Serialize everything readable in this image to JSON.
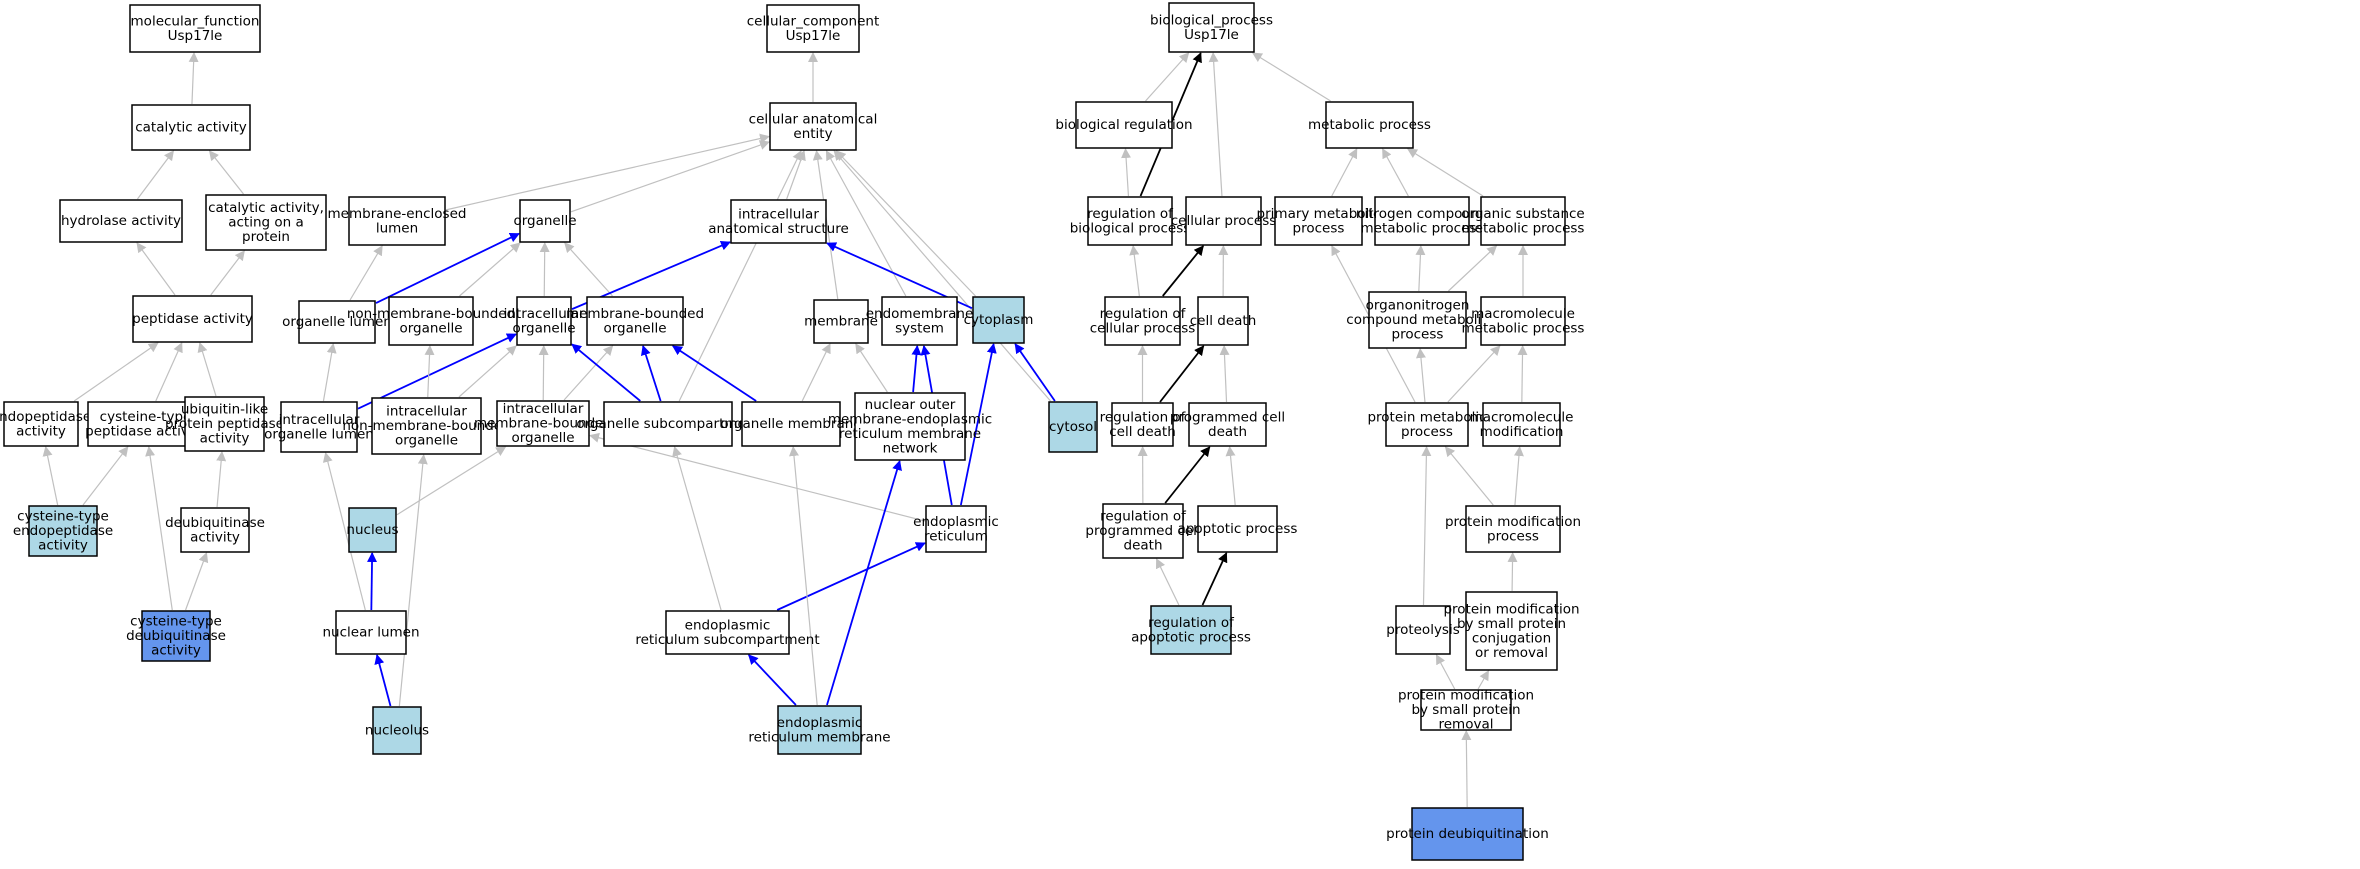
{
  "colors": {
    "default_fill": "#ffffff",
    "highlight_fill": "#add8e6",
    "query_fill": "#6495ed",
    "is_a_edge": "#c0c0c0",
    "part_of_edge": "#0000ff",
    "regulates_edge": "#000000"
  },
  "nodes": [
    {
      "id": "mf",
      "lines": [
        "molecular_function",
        "Usp17le"
      ],
      "fill": "default"
    },
    {
      "id": "catalytic",
      "lines": [
        "catalytic activity"
      ],
      "fill": "default"
    },
    {
      "id": "hydrolase",
      "lines": [
        "hydrolase activity"
      ],
      "fill": "default"
    },
    {
      "id": "catprot",
      "lines": [
        "catalytic activity,",
        "acting on a",
        "protein"
      ],
      "fill": "default"
    },
    {
      "id": "peptidase",
      "lines": [
        "peptidase activity"
      ],
      "fill": "default"
    },
    {
      "id": "endopep",
      "lines": [
        "endopeptidase",
        "activity"
      ],
      "fill": "default"
    },
    {
      "id": "cyspep",
      "lines": [
        "cysteine-type",
        "peptidase activity"
      ],
      "fill": "default"
    },
    {
      "id": "ublpep",
      "lines": [
        "ubiquitin-like",
        "protein peptidase",
        "activity"
      ],
      "fill": "default"
    },
    {
      "id": "cysendo",
      "lines": [
        "cysteine-type",
        "endopeptidase",
        "activity"
      ],
      "fill": "highlight"
    },
    {
      "id": "deubact",
      "lines": [
        "deubiquitinase",
        "activity"
      ],
      "fill": "default"
    },
    {
      "id": "cysdeub",
      "lines": [
        "cysteine-type",
        "deubiquitinase",
        "activity"
      ],
      "fill": "query"
    },
    {
      "id": "cc",
      "lines": [
        "cellular_component",
        "Usp17le"
      ],
      "fill": "default"
    },
    {
      "id": "cae",
      "lines": [
        "cellular anatomical",
        "entity"
      ],
      "fill": "default"
    },
    {
      "id": "melumen",
      "lines": [
        "membrane-enclosed",
        "lumen"
      ],
      "fill": "default"
    },
    {
      "id": "organelle",
      "lines": [
        "organelle"
      ],
      "fill": "default"
    },
    {
      "id": "ias",
      "lines": [
        "intracellular",
        "anatomical structure"
      ],
      "fill": "default"
    },
    {
      "id": "orglumen",
      "lines": [
        "organelle lumen"
      ],
      "fill": "default"
    },
    {
      "id": "nmbo",
      "lines": [
        "non-membrane-bounded",
        "organelle"
      ],
      "fill": "default"
    },
    {
      "id": "intorg",
      "lines": [
        "intracellular",
        "organelle"
      ],
      "fill": "default"
    },
    {
      "id": "mbo",
      "lines": [
        "membrane-bounded",
        "organelle"
      ],
      "fill": "default"
    },
    {
      "id": "membrane",
      "lines": [
        "membrane"
      ],
      "fill": "default"
    },
    {
      "id": "endomem",
      "lines": [
        "endomembrane",
        "system"
      ],
      "fill": "default"
    },
    {
      "id": "cytoplasm",
      "lines": [
        "cytoplasm"
      ],
      "fill": "highlight"
    },
    {
      "id": "intorglumen",
      "lines": [
        "intracellular",
        "organelle lumen"
      ],
      "fill": "default"
    },
    {
      "id": "intnmbo",
      "lines": [
        "intracellular",
        "non-membrane-bounded",
        "organelle"
      ],
      "fill": "default"
    },
    {
      "id": "intmbo",
      "lines": [
        "intracellular",
        "membrane-bounded",
        "organelle"
      ],
      "fill": "default"
    },
    {
      "id": "orgsub",
      "lines": [
        "organelle subcompartment"
      ],
      "fill": "default"
    },
    {
      "id": "orgmem",
      "lines": [
        "organelle membrane"
      ],
      "fill": "default"
    },
    {
      "id": "noerm",
      "lines": [
        "nuclear outer",
        "membrane-endoplasmic",
        "reticulum membrane",
        "network"
      ],
      "fill": "default"
    },
    {
      "id": "cytosol",
      "lines": [
        "cytosol"
      ],
      "fill": "highlight"
    },
    {
      "id": "nucleus",
      "lines": [
        "nucleus"
      ],
      "fill": "highlight"
    },
    {
      "id": "er",
      "lines": [
        "endoplasmic",
        "reticulum"
      ],
      "fill": "default"
    },
    {
      "id": "nuclumen",
      "lines": [
        "nuclear lumen"
      ],
      "fill": "default"
    },
    {
      "id": "ersub",
      "lines": [
        "endoplasmic",
        "reticulum subcompartment"
      ],
      "fill": "default"
    },
    {
      "id": "nucleolus",
      "lines": [
        "nucleolus"
      ],
      "fill": "highlight"
    },
    {
      "id": "ermem",
      "lines": [
        "endoplasmic",
        "reticulum membrane"
      ],
      "fill": "highlight"
    },
    {
      "id": "bp",
      "lines": [
        "biological_process",
        "Usp17le"
      ],
      "fill": "default"
    },
    {
      "id": "bioreg",
      "lines": [
        "biological regulation"
      ],
      "fill": "default"
    },
    {
      "id": "metab",
      "lines": [
        "metabolic process"
      ],
      "fill": "default"
    },
    {
      "id": "regbp",
      "lines": [
        "regulation of",
        "biological process"
      ],
      "fill": "default"
    },
    {
      "id": "cellproc",
      "lines": [
        "cellular process"
      ],
      "fill": "default"
    },
    {
      "id": "primmet",
      "lines": [
        "primary metabolic",
        "process"
      ],
      "fill": "default"
    },
    {
      "id": "ncmp",
      "lines": [
        "nitrogen compound",
        "metabolic process"
      ],
      "fill": "default"
    },
    {
      "id": "osmp",
      "lines": [
        "organic substance",
        "metabolic process"
      ],
      "fill": "default"
    },
    {
      "id": "regcp",
      "lines": [
        "regulation of",
        "cellular process"
      ],
      "fill": "default"
    },
    {
      "id": "celldeath",
      "lines": [
        "cell death"
      ],
      "fill": "default"
    },
    {
      "id": "oncmp",
      "lines": [
        "organonitrogen",
        "compound metabolic",
        "process"
      ],
      "fill": "default"
    },
    {
      "id": "mmp",
      "lines": [
        "macromolecule",
        "metabolic process"
      ],
      "fill": "default"
    },
    {
      "id": "regcd",
      "lines": [
        "regulation of",
        "cell death"
      ],
      "fill": "default"
    },
    {
      "id": "pcd",
      "lines": [
        "programmed cell",
        "death"
      ],
      "fill": "default"
    },
    {
      "id": "pmp",
      "lines": [
        "protein metabolic",
        "process"
      ],
      "fill": "default"
    },
    {
      "id": "mmod",
      "lines": [
        "macromolecule",
        "modification"
      ],
      "fill": "default"
    },
    {
      "id": "regpcd",
      "lines": [
        "regulation of",
        "programmed cell",
        "death"
      ],
      "fill": "default"
    },
    {
      "id": "apop",
      "lines": [
        "apoptotic process"
      ],
      "fill": "default"
    },
    {
      "id": "pmodp",
      "lines": [
        "protein modification",
        "process"
      ],
      "fill": "default"
    },
    {
      "id": "regapop",
      "lines": [
        "regulation of",
        "apoptotic process"
      ],
      "fill": "highlight"
    },
    {
      "id": "proteolysis",
      "lines": [
        "proteolysis"
      ],
      "fill": "default"
    },
    {
      "id": "pmsp",
      "lines": [
        "protein modification",
        "by small protein",
        "conjugation",
        "or removal"
      ],
      "fill": "default"
    },
    {
      "id": "pmspr",
      "lines": [
        "protein modification",
        "by small protein",
        "removal"
      ],
      "fill": "default"
    },
    {
      "id": "pdeub",
      "lines": [
        "protein deubiquitination"
      ],
      "fill": "query"
    }
  ],
  "edges": [
    {
      "from": "catalytic",
      "to": "mf",
      "type": "is_a"
    },
    {
      "from": "hydrolase",
      "to": "catalytic",
      "type": "is_a"
    },
    {
      "from": "catprot",
      "to": "catalytic",
      "type": "is_a"
    },
    {
      "from": "peptidase",
      "to": "hydrolase",
      "type": "is_a"
    },
    {
      "from": "peptidase",
      "to": "catprot",
      "type": "is_a"
    },
    {
      "from": "endopep",
      "to": "peptidase",
      "type": "is_a"
    },
    {
      "from": "cyspep",
      "to": "peptidase",
      "type": "is_a"
    },
    {
      "from": "ublpep",
      "to": "peptidase",
      "type": "is_a"
    },
    {
      "from": "cysendo",
      "to": "endopep",
      "type": "is_a"
    },
    {
      "from": "cysendo",
      "to": "cyspep",
      "type": "is_a"
    },
    {
      "from": "deubact",
      "to": "ublpep",
      "type": "is_a"
    },
    {
      "from": "cysdeub",
      "to": "cyspep",
      "type": "is_a"
    },
    {
      "from": "cysdeub",
      "to": "deubact",
      "type": "is_a"
    },
    {
      "from": "cae",
      "to": "cc",
      "type": "is_a"
    },
    {
      "from": "melumen",
      "to": "cae",
      "type": "is_a"
    },
    {
      "from": "organelle",
      "to": "cae",
      "type": "is_a"
    },
    {
      "from": "ias",
      "to": "cae",
      "type": "is_a"
    },
    {
      "from": "membrane",
      "to": "cae",
      "type": "is_a"
    },
    {
      "from": "endomem",
      "to": "cae",
      "type": "is_a"
    },
    {
      "from": "cytoplasm",
      "to": "cae",
      "type": "is_a"
    },
    {
      "from": "orgsub",
      "to": "cae",
      "type": "is_a"
    },
    {
      "from": "cytosol",
      "to": "cae",
      "type": "is_a"
    },
    {
      "from": "orglumen",
      "to": "melumen",
      "type": "is_a"
    },
    {
      "from": "orglumen",
      "to": "organelle",
      "type": "part_of"
    },
    {
      "from": "nmbo",
      "to": "organelle",
      "type": "is_a"
    },
    {
      "from": "intorg",
      "to": "organelle",
      "type": "is_a"
    },
    {
      "from": "mbo",
      "to": "organelle",
      "type": "is_a"
    },
    {
      "from": "intorg",
      "to": "ias",
      "type": "part_of"
    },
    {
      "from": "cytoplasm",
      "to": "ias",
      "type": "part_of"
    },
    {
      "from": "intorglumen",
      "to": "orglumen",
      "type": "is_a"
    },
    {
      "from": "intorglumen",
      "to": "intorg",
      "type": "part_of"
    },
    {
      "from": "intnmbo",
      "to": "nmbo",
      "type": "is_a"
    },
    {
      "from": "intnmbo",
      "to": "intorg",
      "type": "is_a"
    },
    {
      "from": "intmbo",
      "to": "intorg",
      "type": "is_a"
    },
    {
      "from": "intmbo",
      "to": "mbo",
      "type": "is_a"
    },
    {
      "from": "orgsub",
      "to": "intorg",
      "type": "part_of"
    },
    {
      "from": "orgsub",
      "to": "mbo",
      "type": "part_of"
    },
    {
      "from": "orgmem",
      "to": "mbo",
      "type": "part_of"
    },
    {
      "from": "orgmem",
      "to": "membrane",
      "type": "is_a"
    },
    {
      "from": "noerm",
      "to": "endomem",
      "type": "part_of"
    },
    {
      "from": "noerm",
      "to": "membrane",
      "type": "is_a"
    },
    {
      "from": "cytosol",
      "to": "cytoplasm",
      "type": "part_of"
    },
    {
      "from": "nucleus",
      "to": "intmbo",
      "type": "is_a"
    },
    {
      "from": "er",
      "to": "intmbo",
      "type": "is_a"
    },
    {
      "from": "er",
      "to": "endomem",
      "type": "part_of"
    },
    {
      "from": "er",
      "to": "cytoplasm",
      "type": "part_of"
    },
    {
      "from": "nuclumen",
      "to": "intorglumen",
      "type": "is_a"
    },
    {
      "from": "nuclumen",
      "to": "nucleus",
      "type": "part_of"
    },
    {
      "from": "ersub",
      "to": "orgsub",
      "type": "is_a"
    },
    {
      "from": "ersub",
      "to": "er",
      "type": "part_of"
    },
    {
      "from": "nucleolus",
      "to": "intnmbo",
      "type": "is_a"
    },
    {
      "from": "nucleolus",
      "to": "nuclumen",
      "type": "part_of"
    },
    {
      "from": "ermem",
      "to": "orgmem",
      "type": "is_a"
    },
    {
      "from": "ermem",
      "to": "ersub",
      "type": "part_of"
    },
    {
      "from": "ermem",
      "to": "noerm",
      "type": "part_of"
    },
    {
      "from": "bioreg",
      "to": "bp",
      "type": "is_a"
    },
    {
      "from": "cellproc",
      "to": "bp",
      "type": "is_a"
    },
    {
      "from": "metab",
      "to": "bp",
      "type": "is_a"
    },
    {
      "from": "regbp",
      "to": "bp",
      "type": "regulates"
    },
    {
      "from": "regbp",
      "to": "bioreg",
      "type": "is_a"
    },
    {
      "from": "primmet",
      "to": "metab",
      "type": "is_a"
    },
    {
      "from": "ncmp",
      "to": "metab",
      "type": "is_a"
    },
    {
      "from": "osmp",
      "to": "metab",
      "type": "is_a"
    },
    {
      "from": "regcp",
      "to": "regbp",
      "type": "is_a"
    },
    {
      "from": "regcp",
      "to": "cellproc",
      "type": "regulates"
    },
    {
      "from": "celldeath",
      "to": "cellproc",
      "type": "is_a"
    },
    {
      "from": "oncmp",
      "to": "ncmp",
      "type": "is_a"
    },
    {
      "from": "oncmp",
      "to": "osmp",
      "type": "is_a"
    },
    {
      "from": "mmp",
      "to": "osmp",
      "type": "is_a"
    },
    {
      "from": "regcd",
      "to": "regcp",
      "type": "is_a"
    },
    {
      "from": "regcd",
      "to": "celldeath",
      "type": "regulates"
    },
    {
      "from": "pcd",
      "to": "celldeath",
      "type": "is_a"
    },
    {
      "from": "pmp",
      "to": "primmet",
      "type": "is_a"
    },
    {
      "from": "pmp",
      "to": "oncmp",
      "type": "is_a"
    },
    {
      "from": "pmp",
      "to": "mmp",
      "type": "is_a"
    },
    {
      "from": "mmod",
      "to": "mmp",
      "type": "is_a"
    },
    {
      "from": "regpcd",
      "to": "regcd",
      "type": "is_a"
    },
    {
      "from": "regpcd",
      "to": "pcd",
      "type": "regulates"
    },
    {
      "from": "apop",
      "to": "pcd",
      "type": "is_a"
    },
    {
      "from": "pmodp",
      "to": "pmp",
      "type": "is_a"
    },
    {
      "from": "pmodp",
      "to": "mmod",
      "type": "is_a"
    },
    {
      "from": "regapop",
      "to": "regpcd",
      "type": "is_a"
    },
    {
      "from": "regapop",
      "to": "apop",
      "type": "regulates"
    },
    {
      "from": "proteolysis",
      "to": "pmp",
      "type": "is_a"
    },
    {
      "from": "pmsp",
      "to": "pmodp",
      "type": "is_a"
    },
    {
      "from": "pmspr",
      "to": "proteolysis",
      "type": "is_a"
    },
    {
      "from": "pmspr",
      "to": "pmsp",
      "type": "is_a"
    },
    {
      "from": "pdeub",
      "to": "pmspr",
      "type": "is_a"
    }
  ]
}
